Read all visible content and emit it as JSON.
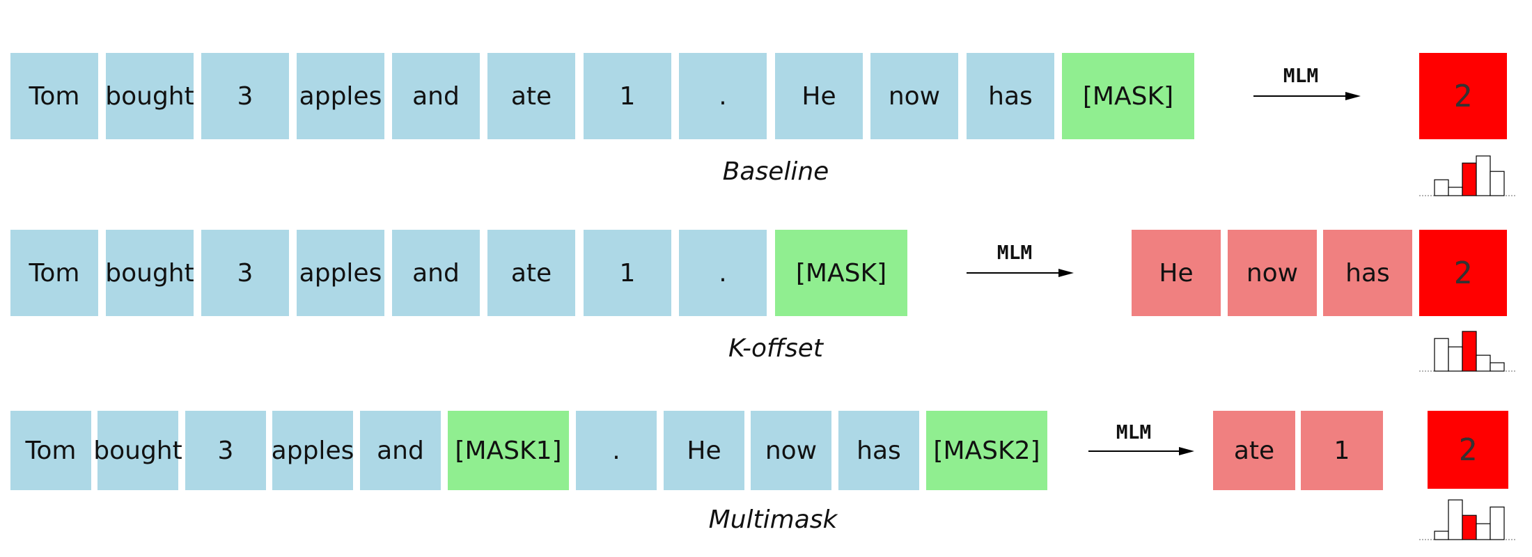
{
  "rows": [
    {
      "caption": "Baseline",
      "input": [
        "Tom",
        "bought",
        "3",
        "apples",
        "and",
        "ate",
        "1",
        ".",
        "He",
        "now",
        "has",
        "[MASK]"
      ],
      "input_colors": [
        "blue",
        "blue",
        "blue",
        "blue",
        "blue",
        "blue",
        "blue",
        "blue",
        "blue",
        "blue",
        "blue",
        "green"
      ],
      "arrow_label": "MLM",
      "output": [],
      "answer": "2",
      "hist": [
        0.38,
        0.2,
        0.78,
        0.95,
        0.58
      ],
      "hist_highlight": 2
    },
    {
      "caption": "K-offset",
      "input": [
        "Tom",
        "bought",
        "3",
        "apples",
        "and",
        "ate",
        "1",
        ".",
        "[MASK]"
      ],
      "input_colors": [
        "blue",
        "blue",
        "blue",
        "blue",
        "blue",
        "blue",
        "blue",
        "blue",
        "green"
      ],
      "arrow_label": "MLM",
      "output": [
        "He",
        "now",
        "has"
      ],
      "answer": "2",
      "hist": [
        0.78,
        0.58,
        0.95,
        0.38,
        0.2
      ],
      "hist_highlight": 2
    },
    {
      "caption": "Multimask",
      "input": [
        "Tom",
        "bought",
        "3",
        "apples",
        "and",
        "[MASK1]",
        ".",
        "He",
        "now",
        "has",
        "[MASK2]"
      ],
      "input_colors": [
        "blue",
        "blue",
        "blue",
        "blue",
        "blue",
        "green",
        "blue",
        "blue",
        "blue",
        "blue",
        "green"
      ],
      "arrow_label": "MLM",
      "output": [
        "ate",
        "1"
      ],
      "answer": "2",
      "hist": [
        0.2,
        0.95,
        0.58,
        0.38,
        0.78
      ],
      "hist_highlight": 2
    }
  ],
  "colors": {
    "token": "#add8e6",
    "mask": "#90ee90",
    "output": "#f08080",
    "answer": "#ff0000"
  }
}
